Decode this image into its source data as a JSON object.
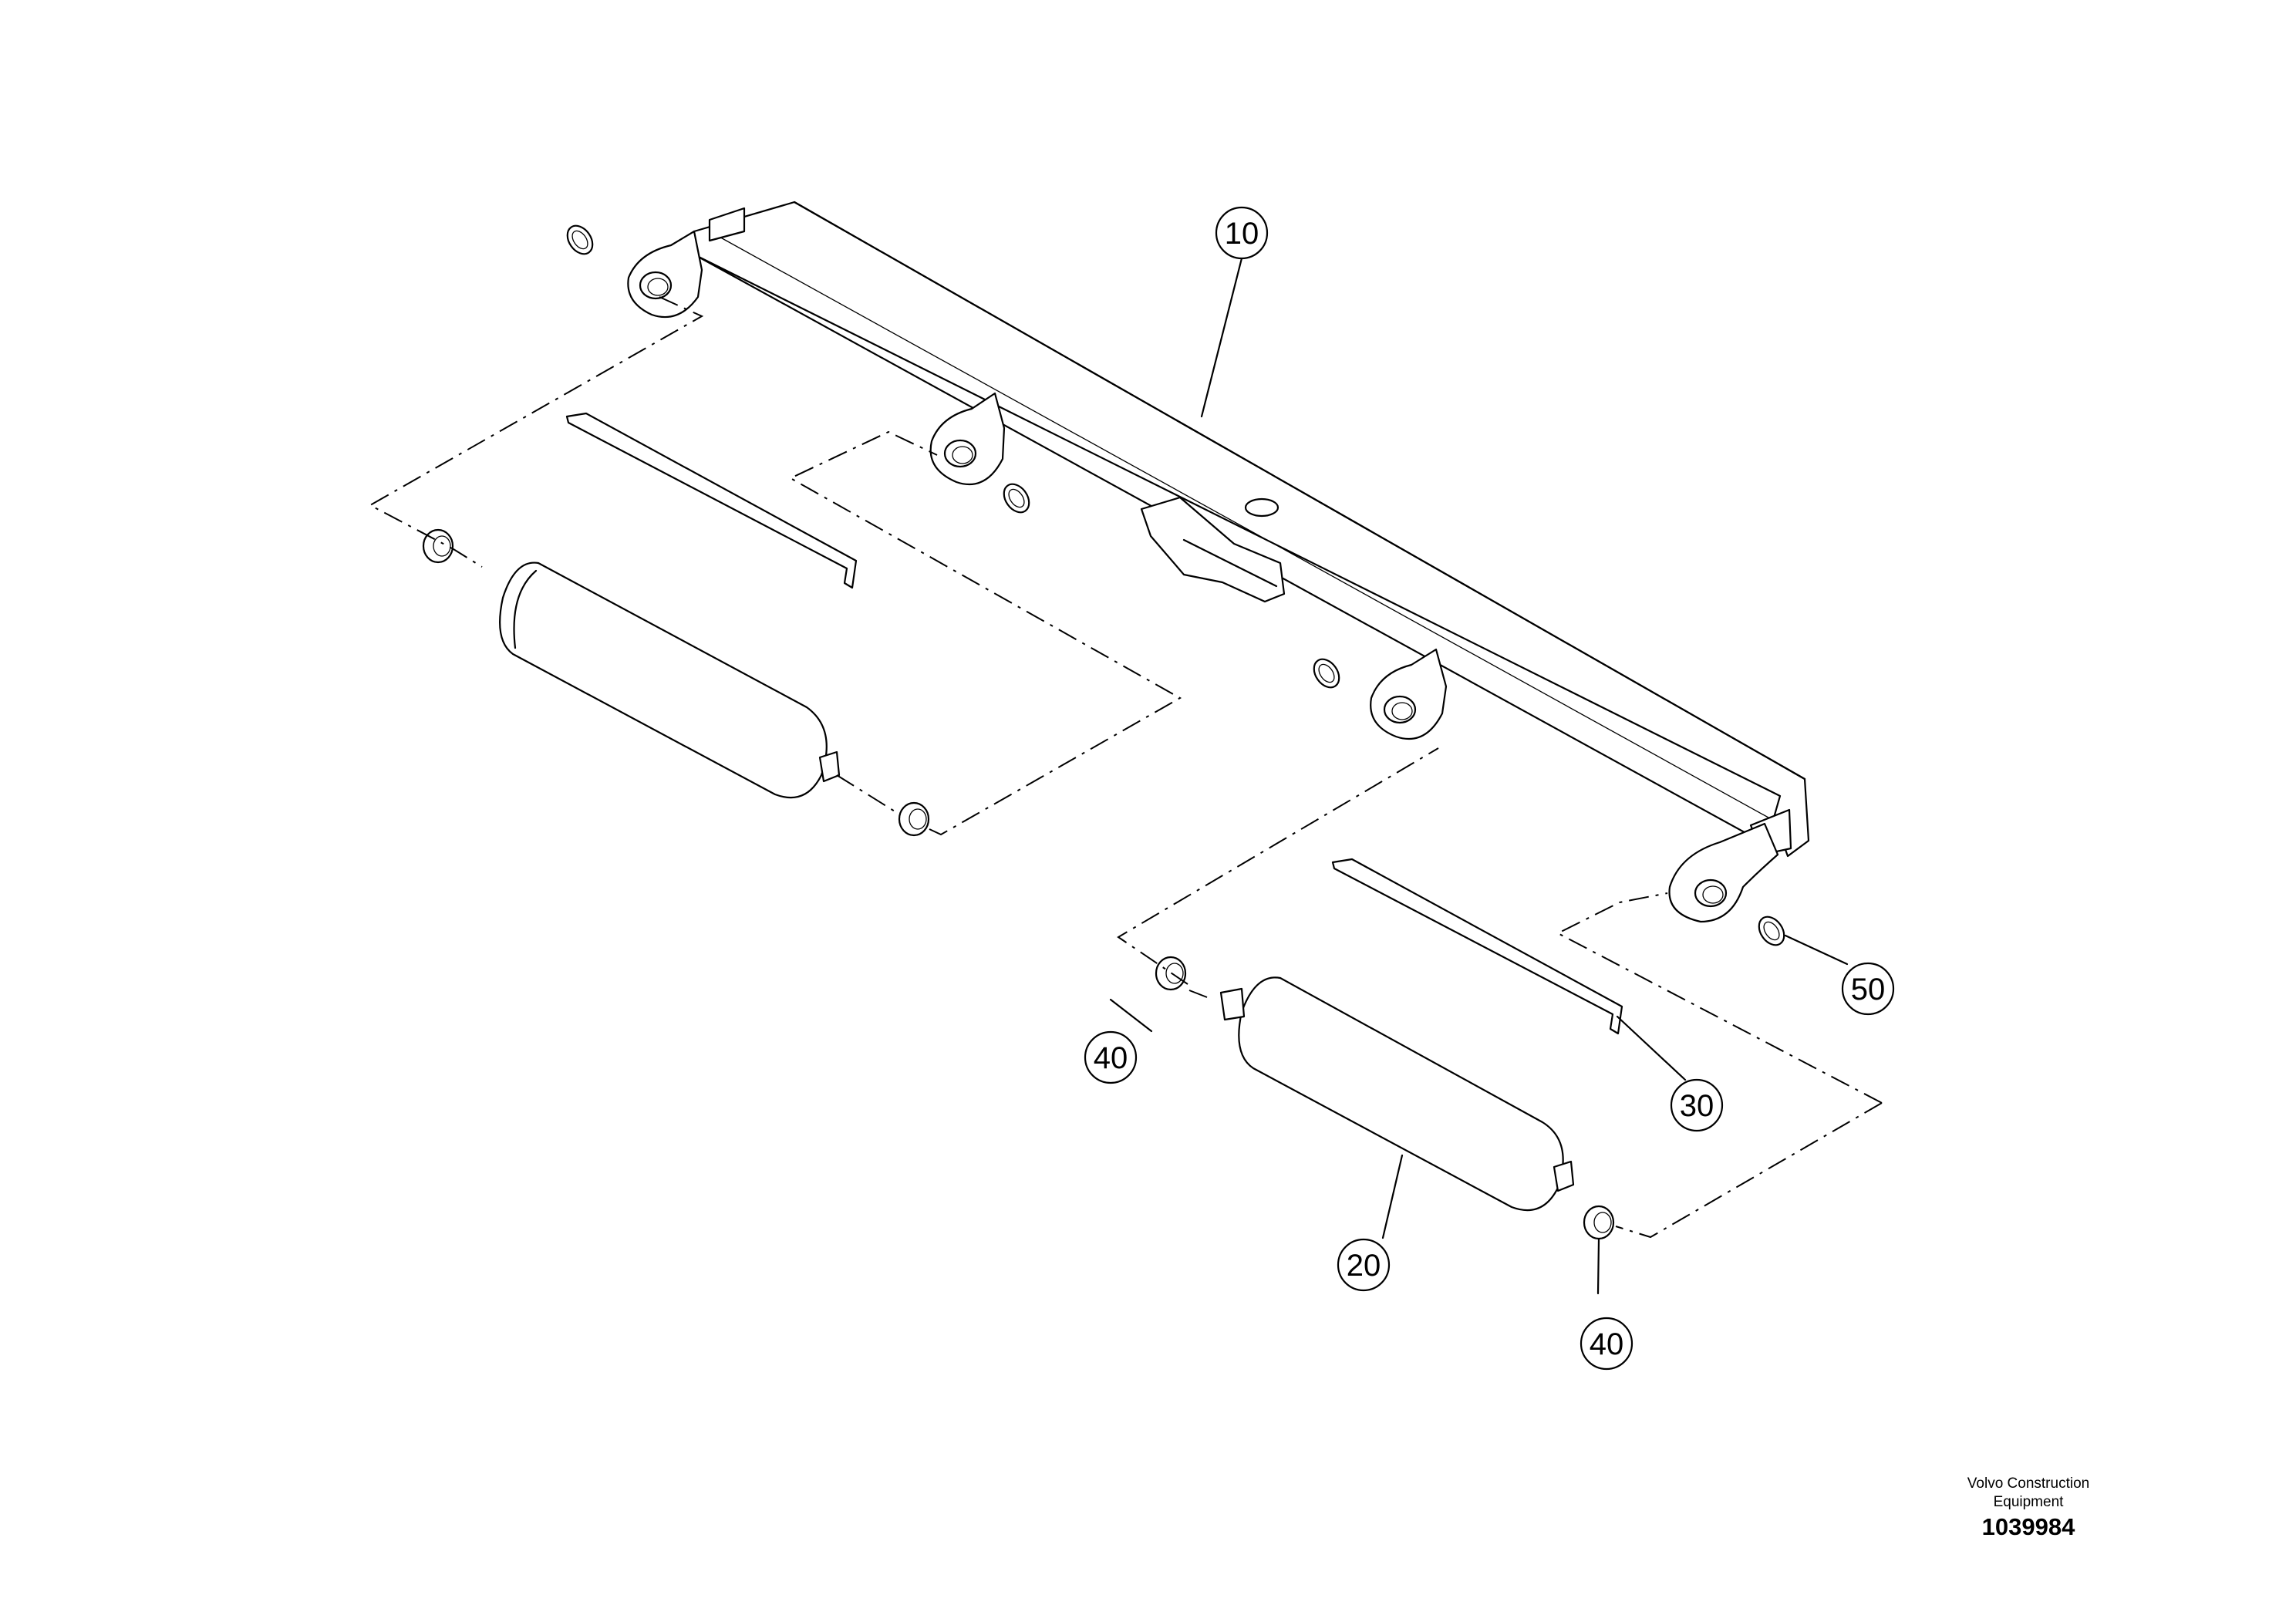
{
  "callouts": {
    "c10": "10",
    "c20": "20",
    "c30": "30",
    "c40a": "40",
    "c40b": "40",
    "c50": "50"
  },
  "footer": {
    "brand_line1": "Volvo Construction",
    "brand_line2": "Equipment",
    "document_number": "1039984"
  }
}
